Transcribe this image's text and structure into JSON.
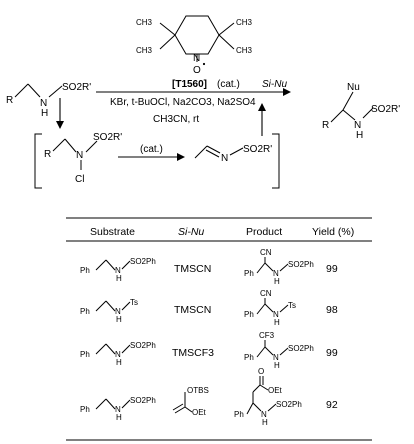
{
  "scheme": {
    "catalyst_name": "[T1560]",
    "catalyst_suffix": "(cat.)",
    "catalyst_methyl": "CH3",
    "catalyst_n": "N",
    "catalyst_o": "O",
    "conditions_line1": "KBr, t-BuOCl, Na2CO3, Na2SO4",
    "conditions_line2": "CH3CN, rt",
    "nucleophile": "Si-Nu",
    "intermediate_arrow_label": "(cat.)",
    "substrate": {
      "r": "R",
      "n": "N",
      "h": "H",
      "so2r": "SO2R'"
    },
    "chloramine": {
      "r": "R",
      "n": "N",
      "cl": "Cl",
      "so2r": "SO2R'"
    },
    "imine": {
      "n": "N",
      "so2r": "SO2R'"
    },
    "product": {
      "r": "R",
      "nu": "Nu",
      "n": "N",
      "h": "H",
      "so2r": "SO2R'"
    }
  },
  "table": {
    "headers": {
      "substrate": "Substrate",
      "si_nu": "Si-Nu",
      "product": "Product",
      "yield": "Yield (%)"
    },
    "rows": [
      {
        "si_nu": "TMSCN",
        "yield": "99",
        "product_group": "CN",
        "sulfonyl": "SO2Ph"
      },
      {
        "si_nu": "TMSCN",
        "yield": "98",
        "product_group": "CN",
        "sulfonyl": "Ts"
      },
      {
        "si_nu": "TMSCF3",
        "yield": "99",
        "product_group": "CF3",
        "sulfonyl": "SO2Ph"
      },
      {
        "si_nu": "",
        "yield": "92",
        "product_group": "OEt",
        "sulfonyl": "SO2Ph"
      }
    ],
    "labels": {
      "ph": "Ph",
      "n": "N",
      "h": "H",
      "so2ph": "SO2Ph",
      "ts": "Ts",
      "otbs": "OTBS",
      "oet": "OEt",
      "o": "O"
    }
  }
}
